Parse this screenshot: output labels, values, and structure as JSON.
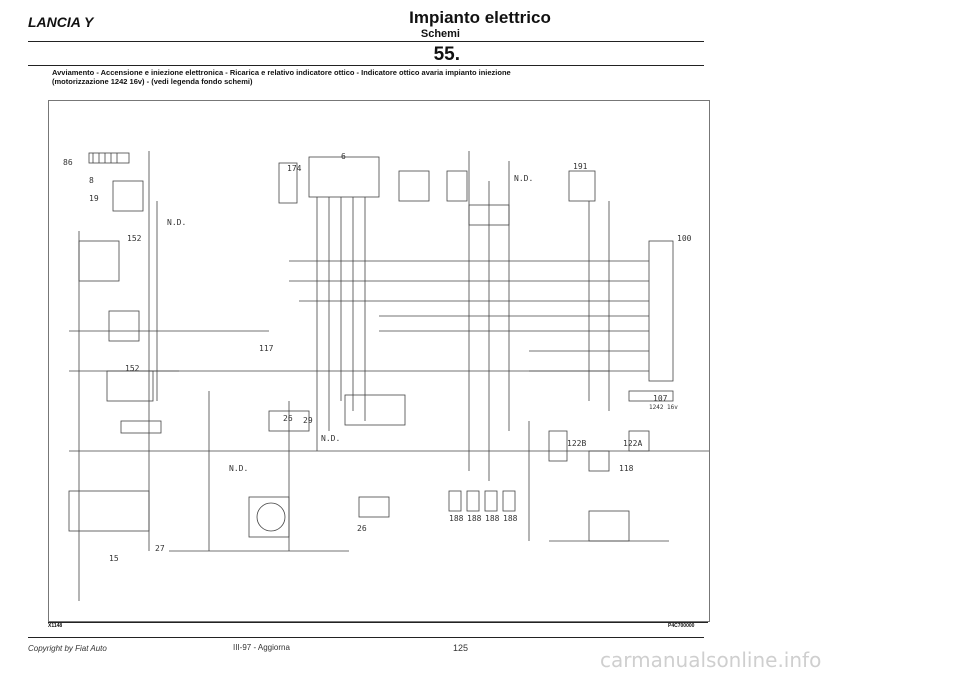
{
  "header": {
    "brand": "LANCIA Y",
    "title": "Impianto elettrico",
    "subtitle": "Schemi",
    "page_number": "55."
  },
  "description": "Avviamento - Accensione e iniezione elettronica - Ricarica e relativo indicatore ottico - Indicatore ottico avaria impianto iniezione (motorizzazione 1242 16v) - (vedi legenda fondo schemi)",
  "diagram": {
    "labels": [
      "86",
      "8",
      "19",
      "N.D.",
      "152",
      "174",
      "6",
      "191",
      "100",
      "107",
      "117",
      "N.D.",
      "152",
      "N.D.",
      "26",
      "122B",
      "122A",
      "118",
      "188",
      "188",
      "188",
      "188",
      "N.D.",
      "26",
      "1242 16v",
      "15",
      "27",
      "29"
    ],
    "footer_left_code": "X1148",
    "footer_right_code": "P4C700000"
  },
  "footer": {
    "copyright": "Copyright by Fiat Auto",
    "update": "III-97 - Aggiorna",
    "page": "125"
  },
  "watermark": "carmanualsonline.info"
}
